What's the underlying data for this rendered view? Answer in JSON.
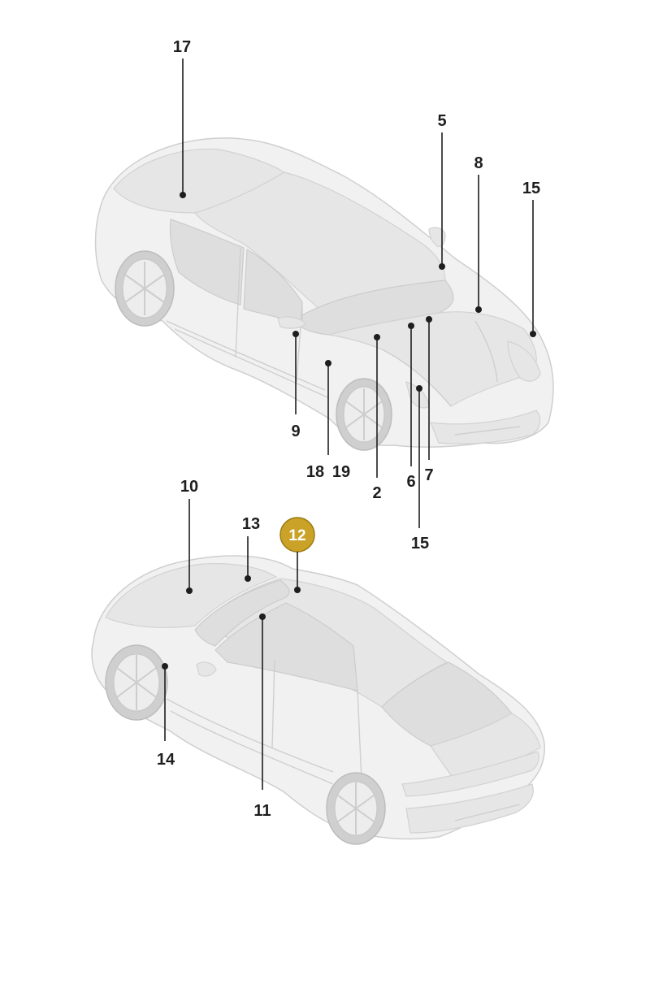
{
  "diagram": {
    "colors": {
      "badge_fill": "#c9a227",
      "badge_ring": "#9c7b14",
      "label": "#1e1e1e",
      "car_body": "#f1f1f1"
    },
    "upper_car_callouts": [
      {
        "id": "c17",
        "label": "17"
      },
      {
        "id": "c5",
        "label": "5"
      },
      {
        "id": "c8",
        "label": "8"
      },
      {
        "id": "c15a",
        "label": "15"
      },
      {
        "id": "c9",
        "label": "9"
      },
      {
        "id": "c18",
        "label": "18"
      },
      {
        "id": "c19",
        "label": "19"
      },
      {
        "id": "c2",
        "label": "2"
      },
      {
        "id": "c6",
        "label": "6"
      },
      {
        "id": "c7",
        "label": "7"
      },
      {
        "id": "c15b",
        "label": "15"
      }
    ],
    "lower_car_callouts": [
      {
        "id": "c10",
        "label": "10"
      },
      {
        "id": "c13",
        "label": "13"
      },
      {
        "id": "c14",
        "label": "14"
      },
      {
        "id": "c11",
        "label": "11"
      }
    ],
    "highlighted_callout": {
      "id": "c12",
      "label": "12"
    }
  }
}
